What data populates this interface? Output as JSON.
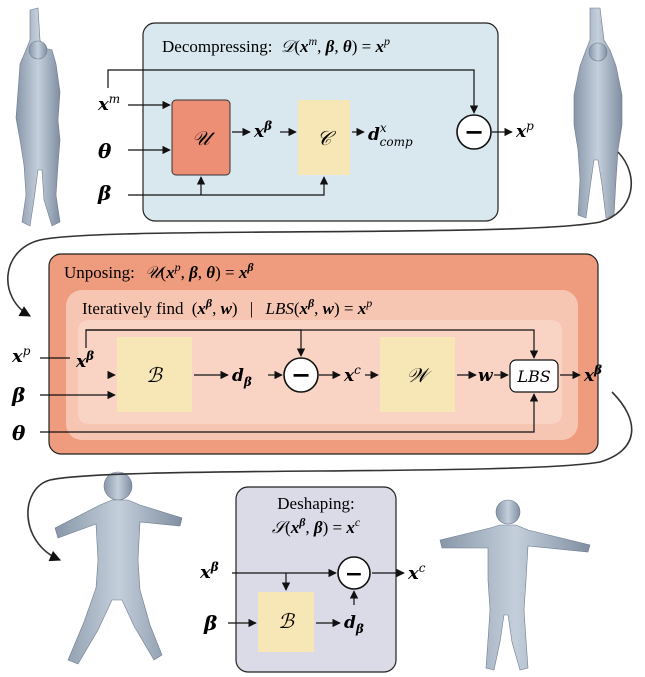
{
  "colors": {
    "decompress_bg": "#d9e8ef",
    "unpose_outer_bg": "#ee9b7e",
    "unpose_inner_bg": "#f7c6b3",
    "unpose_inner2_bg": "#f9d3c4",
    "deshape_bg": "#dadbe7",
    "box_beige": "#f7e6b6",
    "box_salmon": "#ec8f74",
    "body_gray": "#a9b7c6"
  },
  "decompress": {
    "title_word": "Decompressing:",
    "func": "𝒟",
    "x": "x",
    "m": "m",
    "beta": "β",
    "theta": "θ",
    "p": "p",
    "U_box": "𝒰",
    "C_box": "𝒞",
    "d": "d",
    "comp_sup": "x",
    "comp_sub": "comp",
    "minus": "−"
  },
  "unpose": {
    "title_word": "Unposing:",
    "func": "𝒰",
    "iter_text": "Iteratively find",
    "w": "w",
    "bar": "|",
    "lbs": "LBS",
    "B_box": "ℬ",
    "W_box": "𝒲",
    "c": "c"
  },
  "deshape": {
    "title_word": "Deshaping:",
    "func": "𝒮",
    "B_box": "ℬ"
  }
}
